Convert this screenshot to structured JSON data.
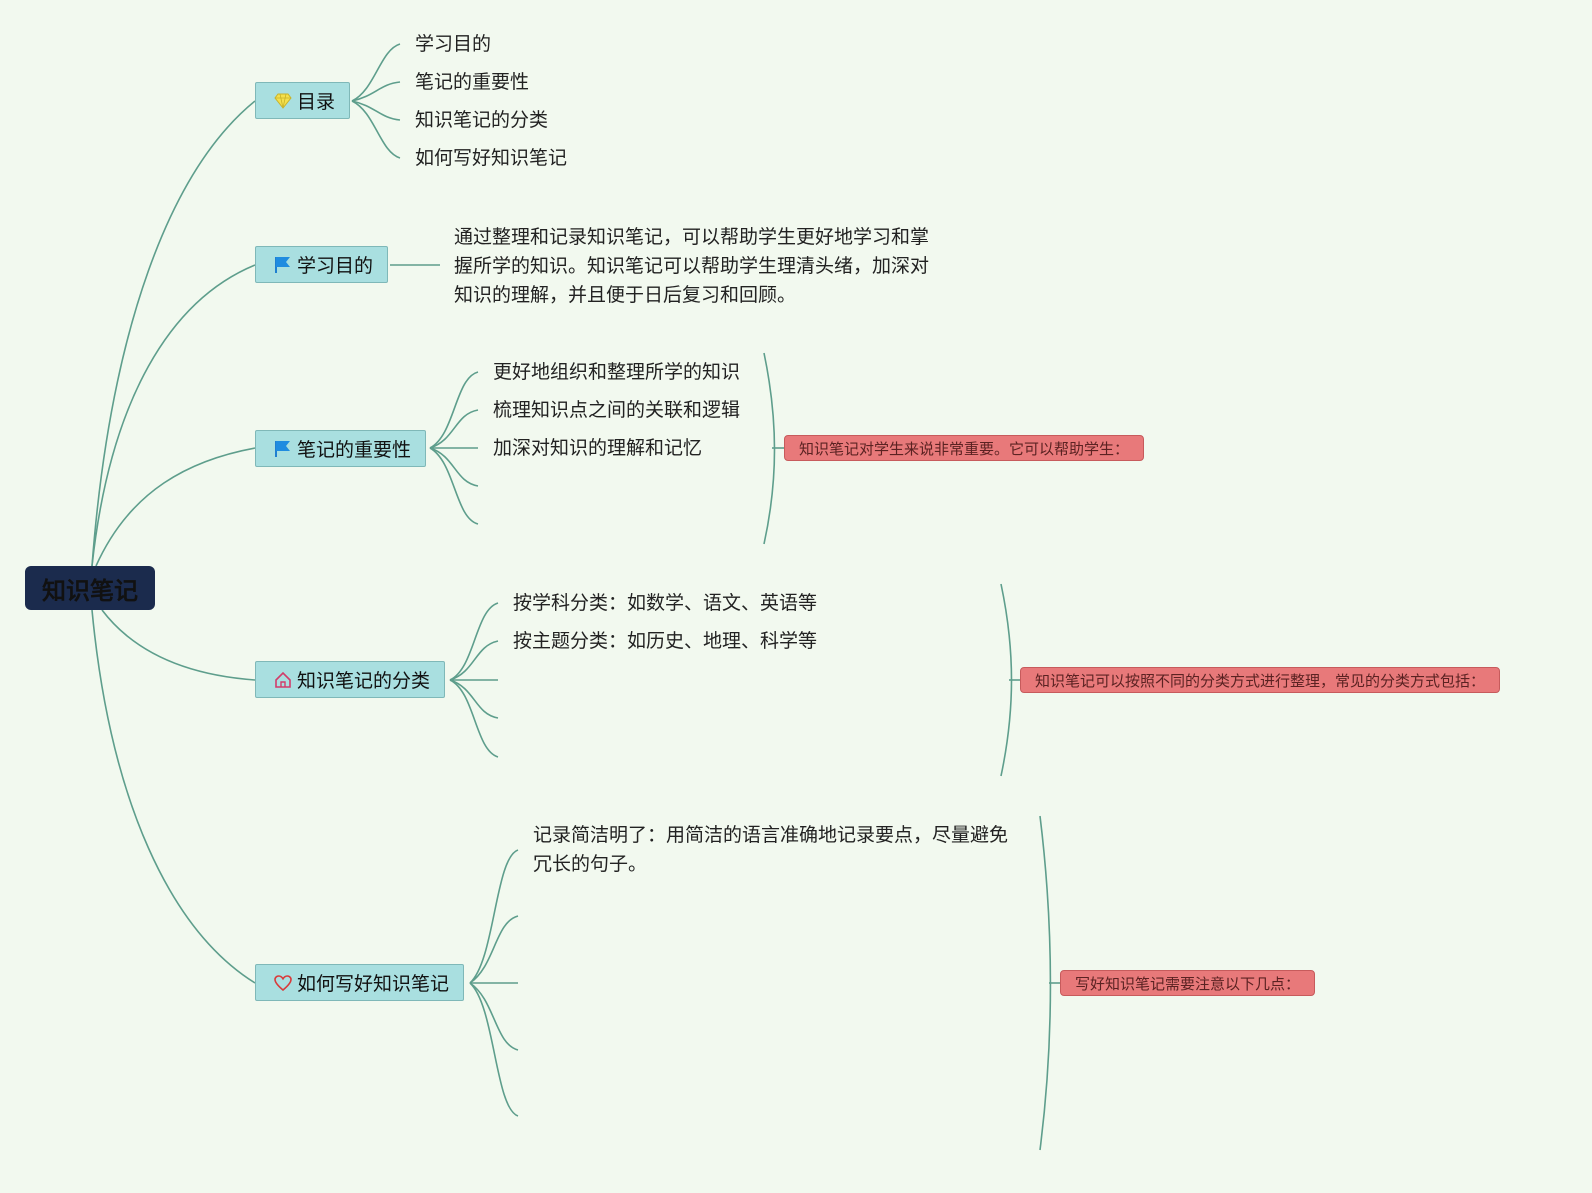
{
  "root": {
    "label": "知识笔记"
  },
  "topics": [
    {
      "label": "目录",
      "icon": "diamond-icon",
      "children": [
        "学习目的",
        "笔记的重要性",
        "知识笔记的分类",
        "如何写好知识笔记"
      ]
    },
    {
      "label": "学习目的",
      "icon": "flag-icon",
      "paragraph": [
        "通过整理和记录知识笔记，可以帮助学生更好地学习和掌",
        "握所学的知识。知识笔记可以帮助学生理清头绪，加深对",
        "知识的理解，并且便于日后复习和回顾。"
      ]
    },
    {
      "label": "笔记的重要性",
      "icon": "flag-icon",
      "children": [
        "更好地组织和整理所学的知识",
        "梳理知识点之间的关联和逻辑",
        "加深对知识的理解和记忆"
      ],
      "summary": "知识笔记对学生来说非常重要。它可以帮助学生："
    },
    {
      "label": "知识笔记的分类",
      "icon": "home-icon",
      "children": [
        "按学科分类：如数学、语文、英语等",
        "按主题分类：如历史、地理、科学等"
      ],
      "summary": "知识笔记可以按照不同的分类方式进行整理，常见的分类方式包括："
    },
    {
      "label": "如何写好知识笔记",
      "icon": "heart-icon",
      "paragraph": [
        "记录简洁明了：用简洁的语言准确地记录要点，尽量避免",
        "冗长的句子。"
      ],
      "summary": "写好知识笔记需要注意以下几点："
    }
  ],
  "colors": {
    "background": "#f2f9ef",
    "connector": "#5e9e8c",
    "topic_fill": "#a9dfe0",
    "root_fill": "#1b2b4d",
    "summary_fill": "#e8797a"
  }
}
